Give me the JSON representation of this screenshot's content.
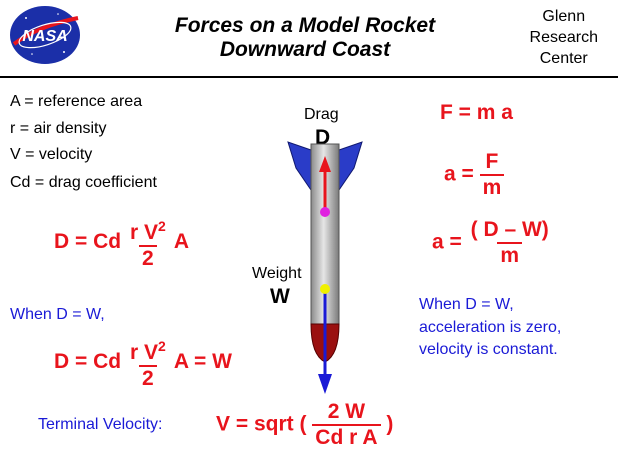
{
  "title": {
    "line1": "Forces on a Model Rocket",
    "line2": "Downward Coast"
  },
  "logo": {
    "text": "NASA"
  },
  "center": {
    "line1": "Glenn",
    "line2": "Research",
    "line3": "Center"
  },
  "definitions": [
    "A = reference area",
    "r = air density",
    "V = velocity",
    "Cd = drag coefficient"
  ],
  "drag_equation": {
    "lhs": "D = Cd",
    "num": "r V",
    "exp": "2",
    "den": "2",
    "rhs": "A"
  },
  "balance_condition": "When  D = W,",
  "balance_equation": {
    "lhs": "D = Cd",
    "num": "r V",
    "exp": "2",
    "den": "2",
    "rhs": "A  =  W"
  },
  "terminal": {
    "label": "Terminal Velocity:",
    "lhs": "V  =  sqrt (",
    "num": "2  W",
    "den": "Cd r  A",
    "close": ")"
  },
  "newton": {
    "f_eq": "F =  m  a",
    "a_lhs": "a  =",
    "a_num": "F",
    "a_den": "m",
    "a2_lhs": "a  =",
    "a2_num": "( D  – W)",
    "a2_den": "m"
  },
  "conclusion": [
    "When  D = W,",
    "acceleration is zero,",
    "velocity is constant."
  ],
  "rocket": {
    "drag_label": "Drag",
    "drag_symbol": "D",
    "weight_label": "Weight",
    "weight_symbol": "W"
  },
  "colors": {
    "red": "#e8141c",
    "blue": "#1a1ad6",
    "fin_blue": "#2a3cc8",
    "nose_red": "#9a1010",
    "drag_dot": "#e020e0",
    "weight_dot": "#f0f000"
  }
}
